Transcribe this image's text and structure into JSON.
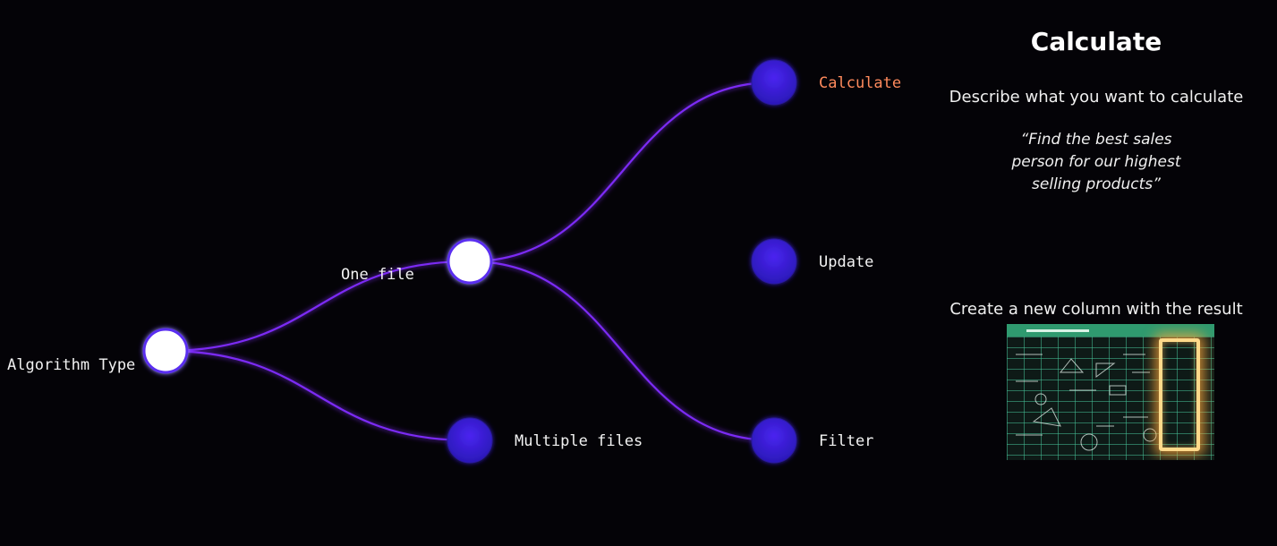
{
  "diagram": {
    "nodes": [
      {
        "id": "algorithm-type",
        "label": "Algorithm Type",
        "style": "white"
      },
      {
        "id": "one-file",
        "label": "One file",
        "style": "white"
      },
      {
        "id": "multiple-files",
        "label": "Multiple files",
        "style": "blue"
      },
      {
        "id": "calculate",
        "label": "Calculate",
        "style": "blue",
        "active": true
      },
      {
        "id": "update",
        "label": "Update",
        "style": "blue"
      },
      {
        "id": "filter",
        "label": "Filter",
        "style": "blue"
      }
    ],
    "edges": [
      {
        "from": "algorithm-type",
        "to": "one-file"
      },
      {
        "from": "algorithm-type",
        "to": "multiple-files"
      },
      {
        "from": "one-file",
        "to": "calculate"
      },
      {
        "from": "one-file",
        "to": "update"
      },
      {
        "from": "one-file",
        "to": "filter"
      }
    ],
    "colors": {
      "edge": "#7b2cf5",
      "node_blue": "#3a1fe0",
      "node_white": "#ffffff",
      "active_label": "#ff8a5c",
      "background": "#040307"
    }
  },
  "panel": {
    "title": "Calculate",
    "description": "Describe what you want to calculate",
    "quote": "“Find the best sales person for our highest selling products”",
    "result_caption": "Create a new column with the result",
    "image_icon": "spreadsheet-with-highlighted-column"
  }
}
